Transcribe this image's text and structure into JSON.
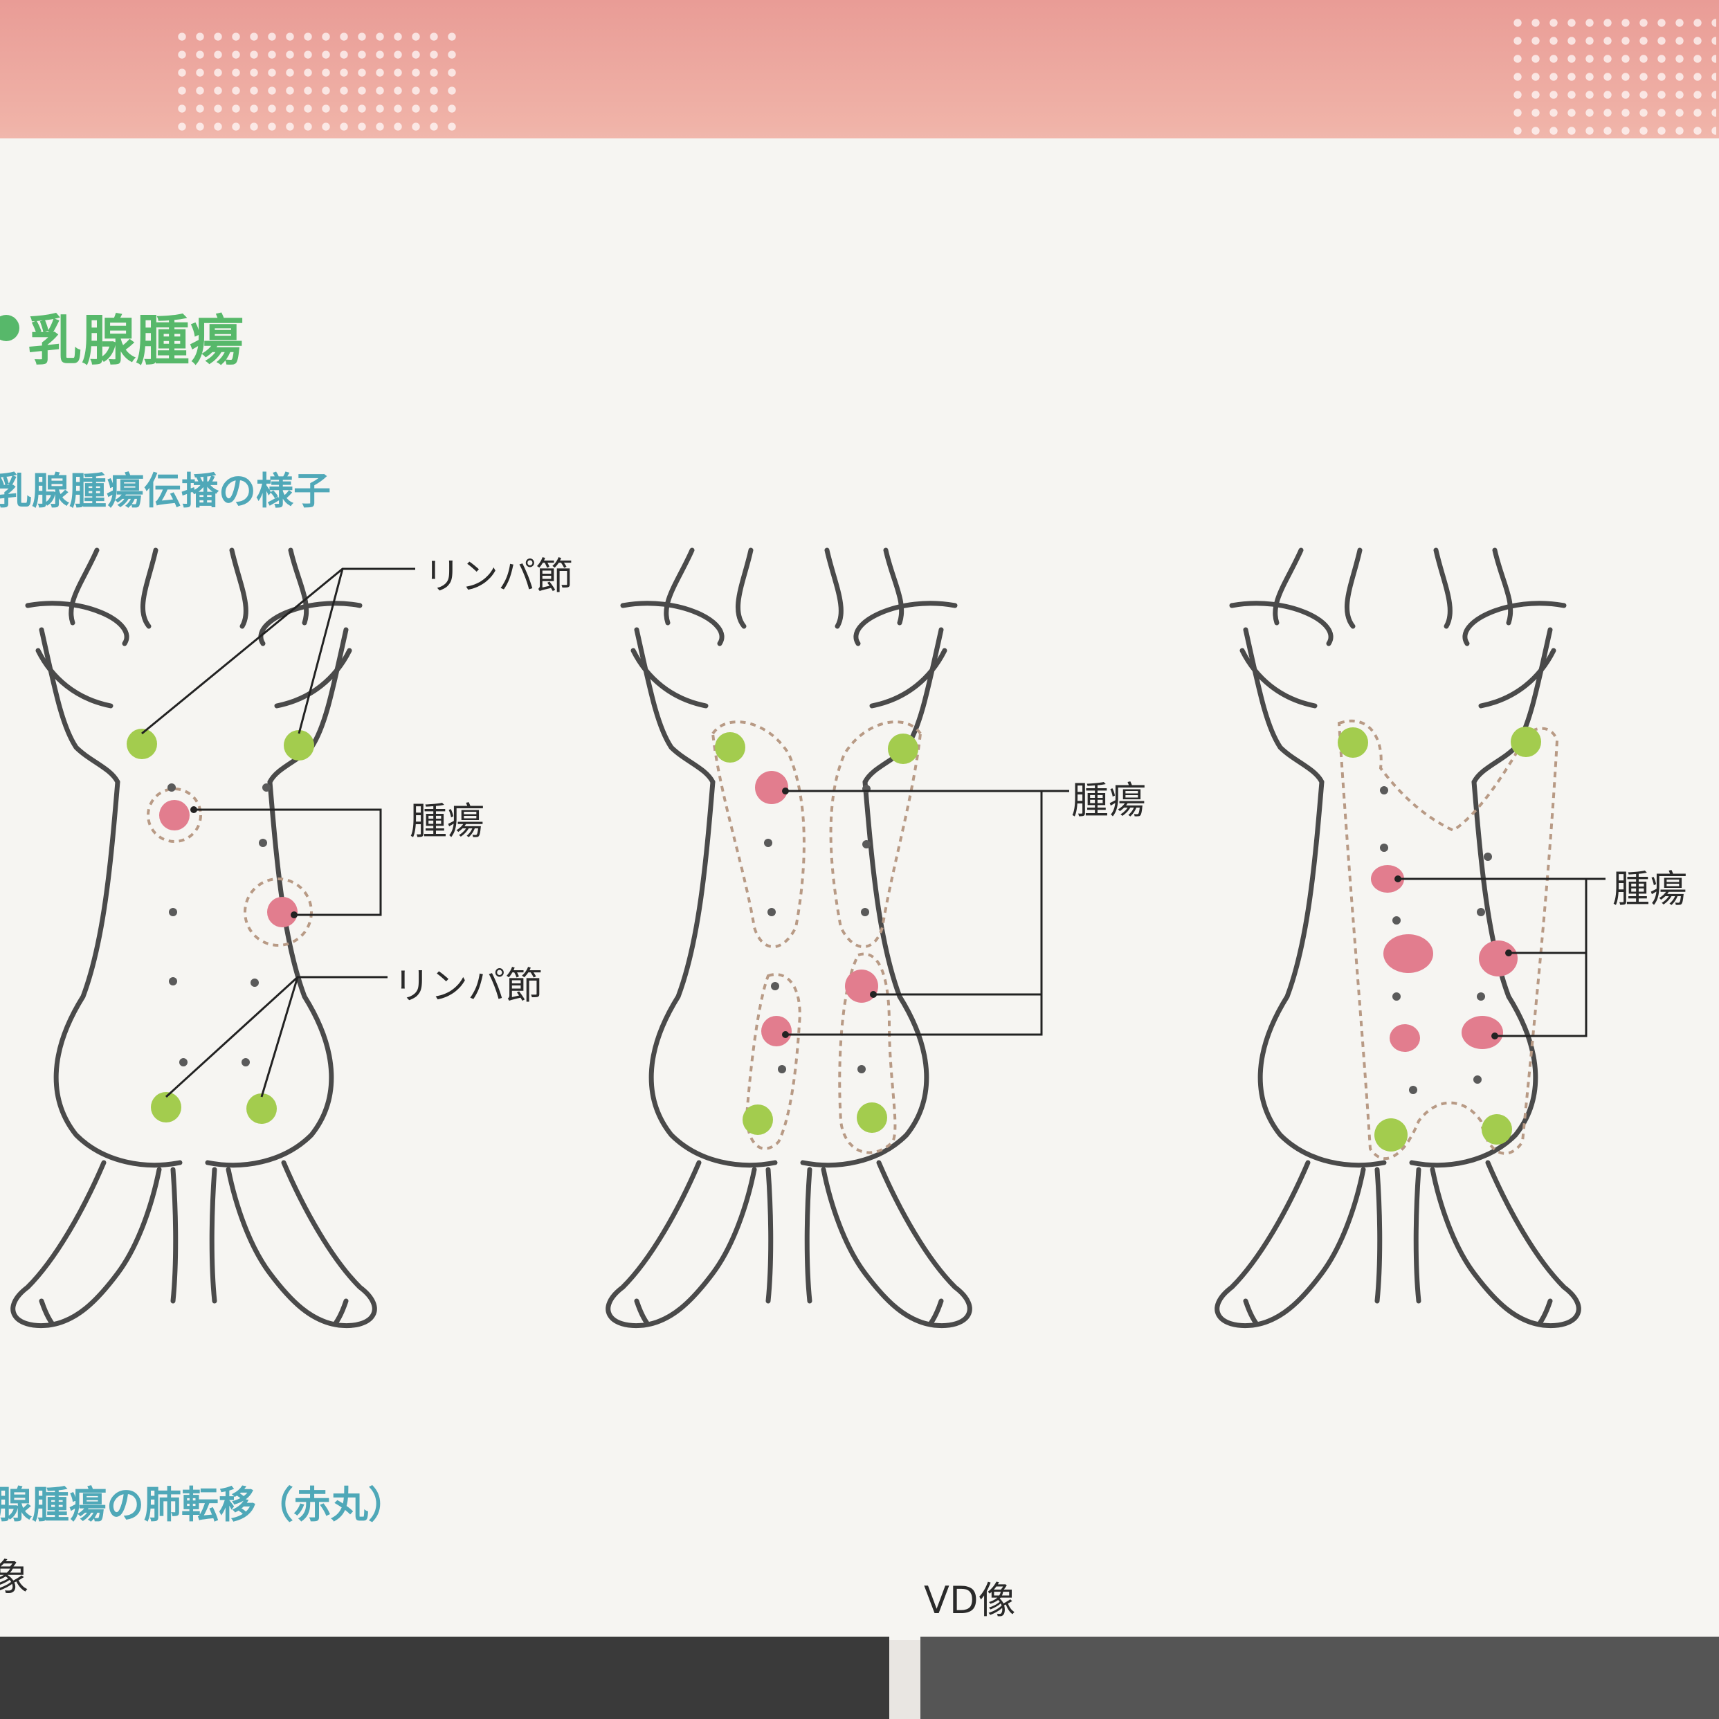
{
  "section_title": "乳腺腫瘍",
  "subtitle_spread": "乳腺腫瘍伝播の様子",
  "subtitle_metastasis": "腺腫瘍の肺転移（赤丸）",
  "caption_left_partial": "象",
  "caption_vd": "VD像",
  "labels": {
    "lymph_top": "リンパ節",
    "tumor_1": "腫瘍",
    "lymph_bottom": "リンパ節",
    "tumor_2": "腫瘍",
    "tumor_3": "腫瘍"
  },
  "colors": {
    "lymph_node": "#a3cc4e",
    "tumor": "#e27d8e",
    "outline": "#4a4a4a",
    "dashed": "#b89a85",
    "title_green": "#57b86a",
    "subtitle_teal": "#4fa8b8"
  }
}
